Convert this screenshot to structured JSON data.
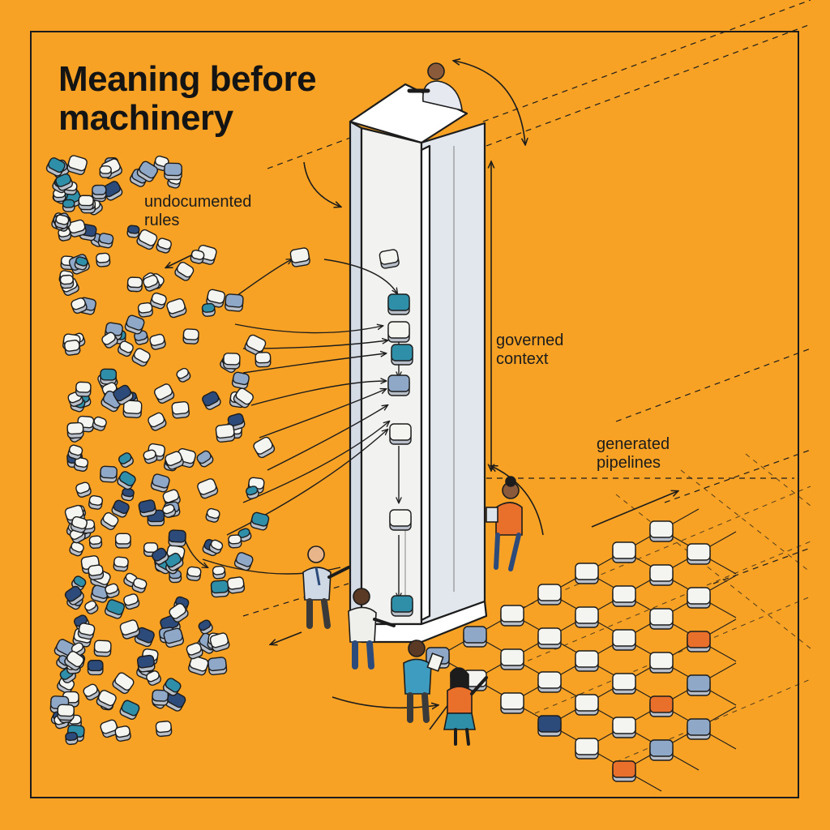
{
  "title": {
    "line1": "Meaning before",
    "line2": "machinery"
  },
  "labels": {
    "undocumented": {
      "line1": "undocumented",
      "line2": "rules"
    },
    "governed": {
      "line1": "governed",
      "line2": "context"
    },
    "generated": {
      "line1": "generated",
      "line2": "pipelines"
    }
  },
  "colors": {
    "background": "#F7A224",
    "ink": "#1c1c1c",
    "chip_white": "#F4F4F1",
    "chip_navy": "#2C4A7A",
    "chip_teal": "#2F8EA8",
    "chip_steel": "#8FA8C8",
    "chip_orange": "#E8702A",
    "pillar_face": "#F2F2F0",
    "pillar_side": "#D6DCE6"
  },
  "icons": [
    "data-chip",
    "person-figure",
    "dimension-arrow"
  ]
}
